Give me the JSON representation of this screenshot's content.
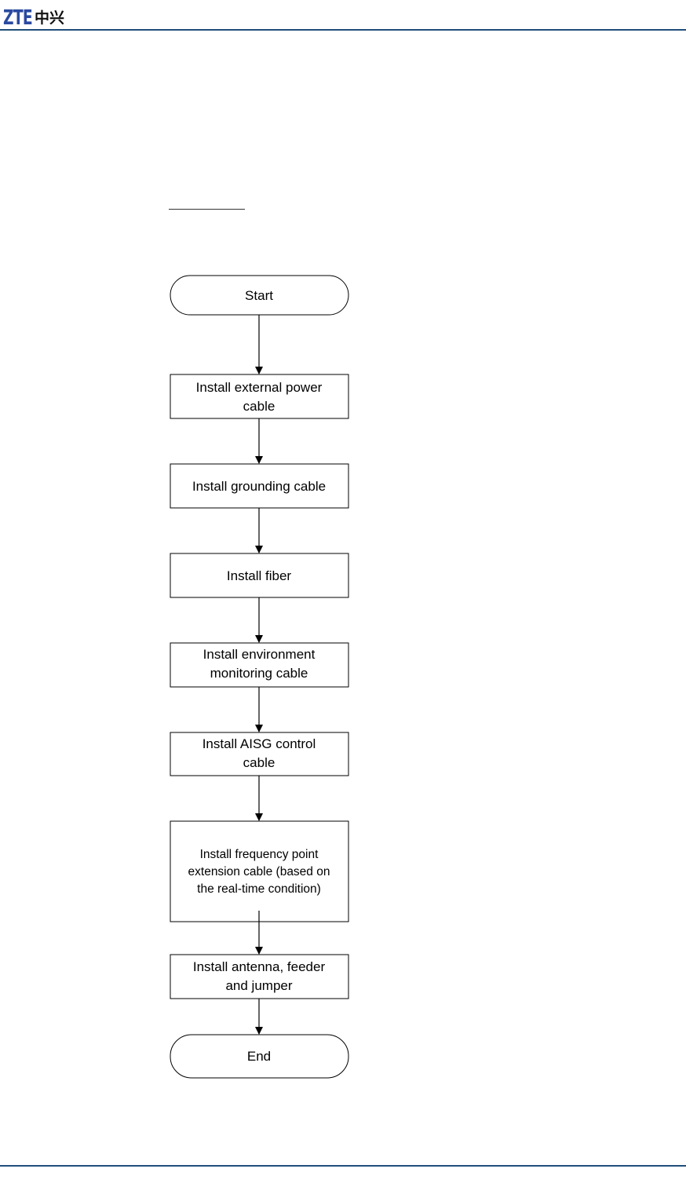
{
  "header": {
    "logo_latin": "ZTE",
    "logo_cjk": "中兴"
  },
  "flowchart": {
    "start": "Start",
    "steps": [
      [
        "Install external power",
        "cable"
      ],
      [
        "Install grounding cable"
      ],
      [
        "Install fiber"
      ],
      [
        "Install environment",
        "monitoring cable"
      ],
      [
        "Install AISG control",
        "cable"
      ],
      [
        "Install frequency point",
        "extension cable (based on",
        "the real-time condition)"
      ],
      [
        "Install antenna, feeder",
        "and jumper"
      ]
    ],
    "end": "End"
  }
}
